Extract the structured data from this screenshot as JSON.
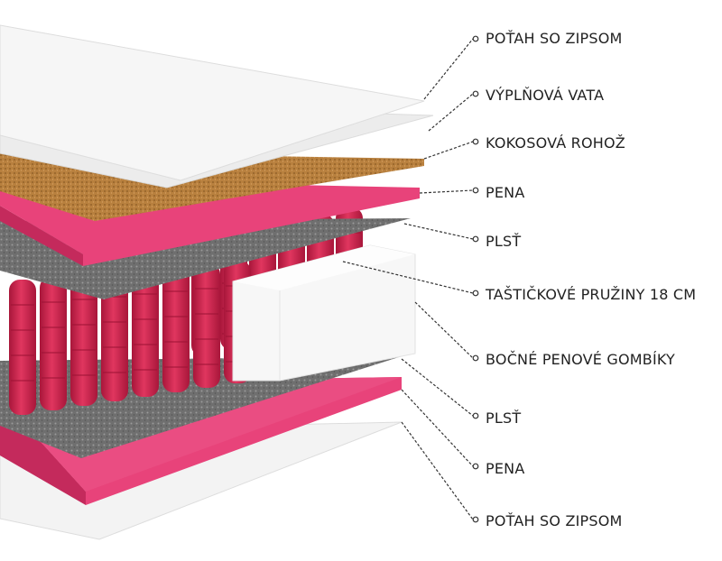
{
  "colors": {
    "cover": "#f4f4f4",
    "filling": "#ececec",
    "coconut": "#b8803e",
    "foam": "#e8437a",
    "felt": "#7d7d7d",
    "springs": "#d3234f",
    "side_foam": "#f8f8f8",
    "leader": "#333333"
  },
  "labels": [
    {
      "text": "POŤAH SO ZIPSOM"
    },
    {
      "text": "VÝPLŇOVÁ VATA"
    },
    {
      "text": "KOKOSOVÁ ROHOŽ"
    },
    {
      "text": "PENA"
    },
    {
      "text": "PLSŤ"
    },
    {
      "text": "TAŠTIČKOVÉ PRUŽINY 18 CM"
    },
    {
      "text": "BOČNÉ PENOVÉ GOMBÍKY"
    },
    {
      "text": "PLSŤ"
    },
    {
      "text": "PENA"
    },
    {
      "text": "POŤAH SO ZIPSOM"
    }
  ]
}
